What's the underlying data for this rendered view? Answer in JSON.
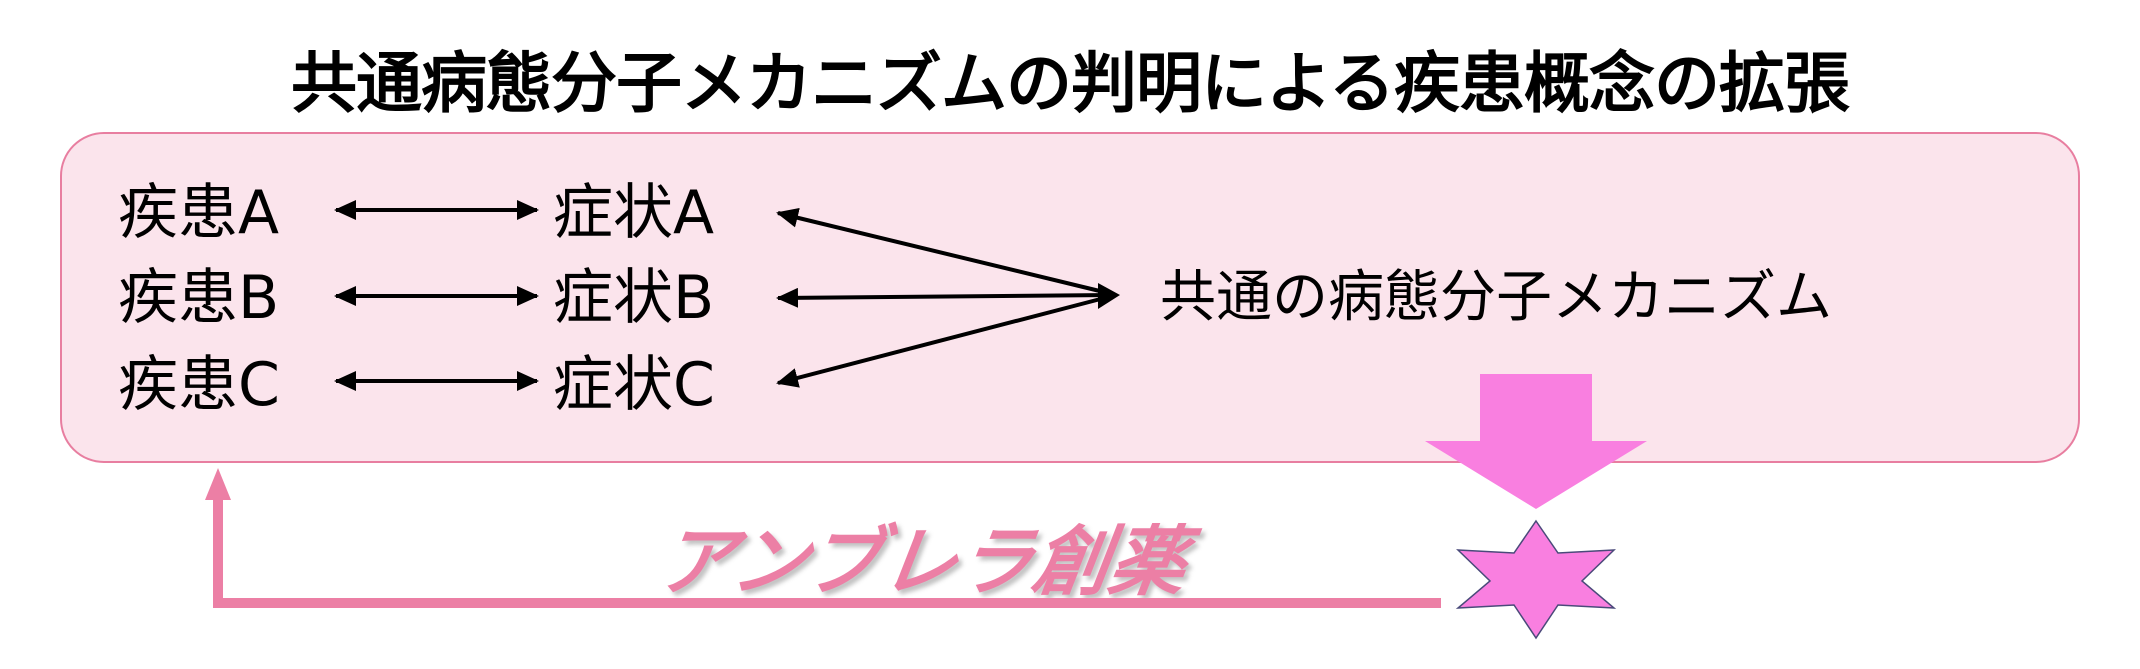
{
  "title": "共通病態分子メカニズムの判明による疾患概念の拡張",
  "diseases": [
    {
      "label": "疾患A"
    },
    {
      "label": "疾患B"
    },
    {
      "label": "疾患C"
    }
  ],
  "symptoms": [
    {
      "label": "症状A"
    },
    {
      "label": "症状B"
    },
    {
      "label": "症状C"
    }
  ],
  "mechanism": {
    "label": "共通の病態分子メカニズム"
  },
  "umbrella": {
    "label": "アンブレラ創薬"
  },
  "colors": {
    "box_fill": "#fbe4ec",
    "box_border": "#e87ea0",
    "down_arrow": "#f97fe0",
    "star": "#f97fe0",
    "feedback_arrow": "#ec7fa5"
  }
}
